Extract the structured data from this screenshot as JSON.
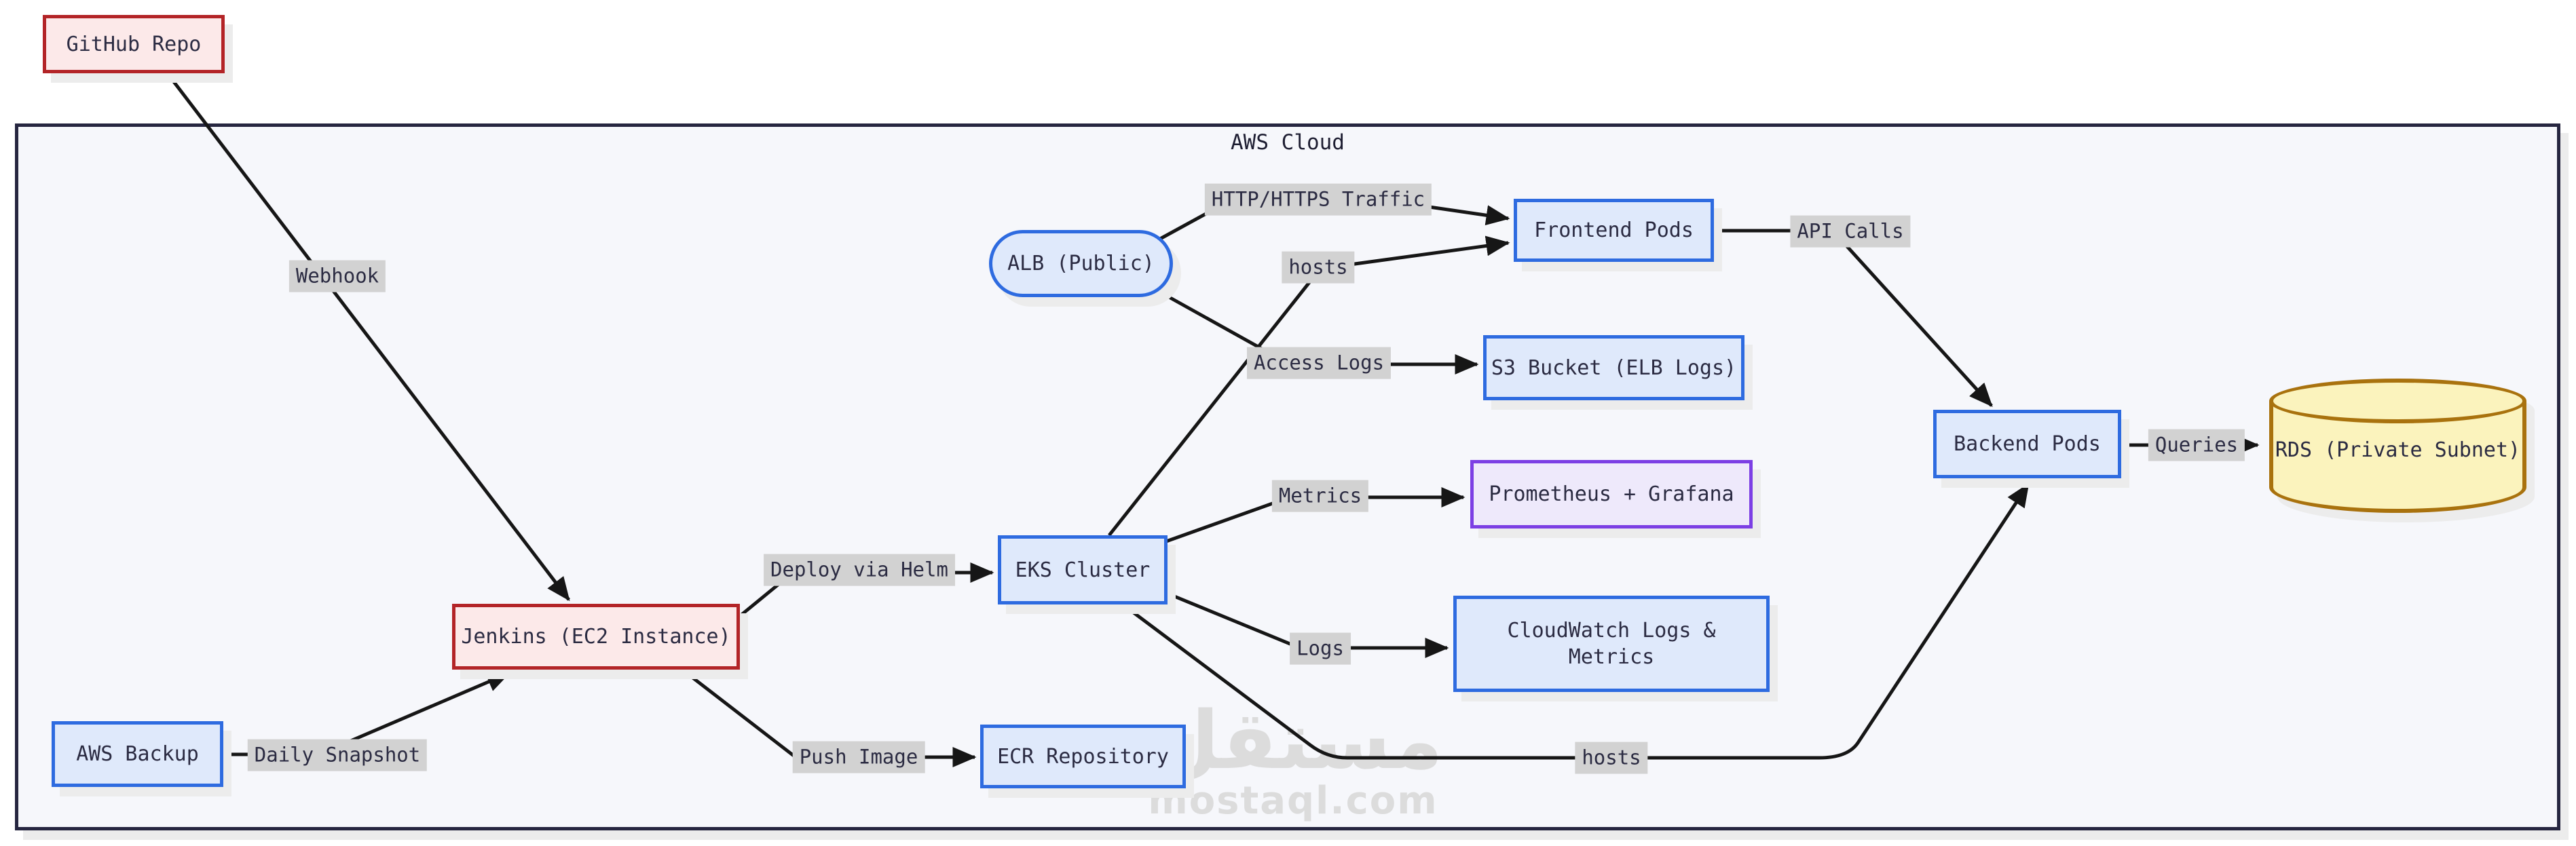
{
  "container": {
    "label": "AWS Cloud"
  },
  "watermark": {
    "brand_arabic": "مستقل",
    "brand_domain": "mostaql.com"
  },
  "nodes": {
    "github_repo": {
      "label": "GitHub Repo",
      "shape": "rect",
      "color": "red"
    },
    "aws_backup": {
      "label": "AWS Backup",
      "shape": "rect",
      "color": "blue"
    },
    "jenkins": {
      "label": "Jenkins (EC2 Instance)",
      "shape": "rect",
      "color": "red"
    },
    "alb": {
      "label": "ALB (Public)",
      "shape": "stadium",
      "color": "blue"
    },
    "eks_cluster": {
      "label": "EKS Cluster",
      "shape": "rect",
      "color": "blue"
    },
    "ecr_repository": {
      "label": "ECR Repository",
      "shape": "rect",
      "color": "blue"
    },
    "frontend_pods": {
      "label": "Frontend Pods",
      "shape": "rect",
      "color": "blue"
    },
    "s3_bucket": {
      "label": "S3 Bucket (ELB Logs)",
      "shape": "rect",
      "color": "blue"
    },
    "prometheus_grafana": {
      "label": "Prometheus + Grafana",
      "shape": "rect",
      "color": "purple"
    },
    "cloudwatch": {
      "label": "CloudWatch Logs & Metrics",
      "shape": "rect",
      "color": "blue"
    },
    "backend_pods": {
      "label": "Backend Pods",
      "shape": "rect",
      "color": "blue"
    },
    "rds": {
      "label": "RDS (Private Subnet)",
      "shape": "cylinder",
      "color": "yellow"
    }
  },
  "edges": {
    "webhook": {
      "label": "Webhook",
      "from": "github_repo",
      "to": "jenkins"
    },
    "daily_snapshot": {
      "label": "Daily Snapshot",
      "from": "aws_backup",
      "to": "jenkins"
    },
    "deploy_via_helm": {
      "label": "Deploy via Helm",
      "from": "jenkins",
      "to": "eks_cluster"
    },
    "push_image": {
      "label": "Push Image",
      "from": "jenkins",
      "to": "ecr_repository"
    },
    "http_https_traffic": {
      "label": "HTTP/HTTPS Traffic",
      "from": "alb",
      "to": "frontend_pods"
    },
    "hosts_frontend": {
      "label": "hosts",
      "from": "eks_cluster",
      "to": "frontend_pods"
    },
    "access_logs": {
      "label": "Access Logs",
      "from": "alb",
      "to": "s3_bucket"
    },
    "metrics": {
      "label": "Metrics",
      "from": "eks_cluster",
      "to": "prometheus_grafana"
    },
    "logs": {
      "label": "Logs",
      "from": "eks_cluster",
      "to": "cloudwatch"
    },
    "hosts_backend": {
      "label": "hosts",
      "from": "eks_cluster",
      "to": "backend_pods"
    },
    "api_calls": {
      "label": "API Calls",
      "from": "frontend_pods",
      "to": "backend_pods"
    },
    "queries": {
      "label": "Queries",
      "from": "backend_pods",
      "to": "rds"
    }
  },
  "colors": {
    "red_node_fill": "#fce9e9",
    "red_node_border": "#b32427",
    "blue_node_fill": "#dfe9fb",
    "blue_node_border": "#2e6be0",
    "purple_node_fill": "#eee9fb",
    "purple_node_border": "#7c3fe4",
    "cylinder_fill": "#fbf3bd",
    "cylinder_border": "#a9720e",
    "cluster_fill": "#f6f7fb",
    "cluster_border": "#262640",
    "edge_label_bg": "#d2d2d2",
    "edge_line": "#161616",
    "text": "#2b2b42",
    "watermark": "#dcdcdc"
  }
}
